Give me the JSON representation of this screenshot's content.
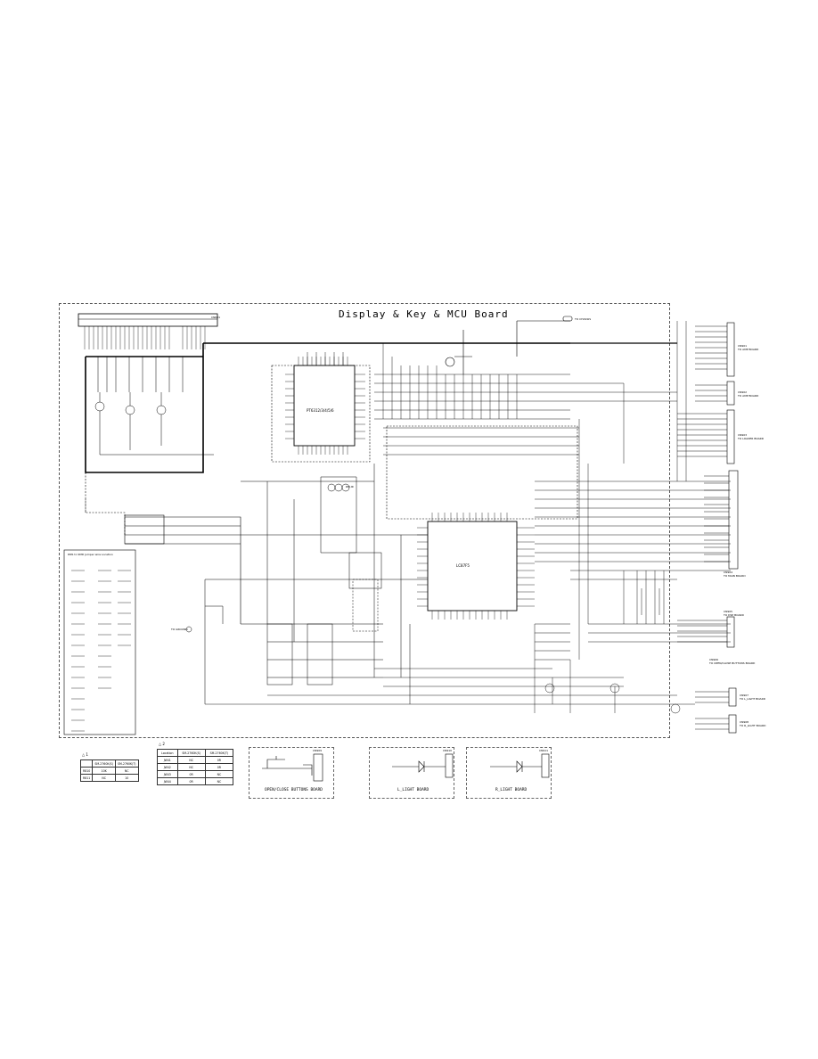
{
  "title": "Display & Key & MCU Board",
  "ic_labels": {
    "vfd_driver": "PT6312/3/4/5/6",
    "mcu": "LC87F5",
    "remote_sensor": "RM-IR",
    "connector_top": "CN601"
  },
  "jumper_panel": {
    "heading": "DNS to SMD Jumper wire Location"
  },
  "off_board_labels": {
    "to_chassis": "TO CHASSIS",
    "to_ground": "TO GROUND"
  },
  "right_connectors": [
    {
      "name": "CN901",
      "caption": "TO AMP BOARD"
    },
    {
      "name": "CN902",
      "caption": "TO AMP BOARD"
    },
    {
      "name": "CN903",
      "caption": "TO LOADER BOARD"
    },
    {
      "name": "CN904",
      "caption": "TO MAIN BOARD"
    },
    {
      "name": "CN905",
      "caption": "TO DSP BOARD"
    },
    {
      "name": "CN906",
      "caption": "TO OPEN/CLOSE BUTTONS BOARD"
    },
    {
      "name": "CN907",
      "caption": "TO L_LIGHT BOARD"
    },
    {
      "name": "CN908",
      "caption": "TO R_LIGHT BOARD"
    }
  ],
  "table1": {
    "caption": "△ 1",
    "headers": [
      "",
      "SM-2760K(S)",
      "SM-2760K(T)"
    ],
    "rows": [
      [
        "R810",
        "10K",
        "NC"
      ],
      [
        "R811",
        "NC",
        "10"
      ]
    ]
  },
  "table2": {
    "caption": "△ 2",
    "headers": [
      "Location",
      "SM-2760K(S)",
      "SM-2760K(T)"
    ],
    "rows": [
      [
        "JW41",
        "NC",
        "0R"
      ],
      [
        "JW42",
        "NC",
        "0R"
      ],
      [
        "JW43",
        "0R",
        "NC"
      ],
      [
        "JW44",
        "0R",
        "NC"
      ]
    ]
  },
  "sub_boards": [
    {
      "label": "OPEN/CLOSE BUTTONS BOARD",
      "connector": "CN909"
    },
    {
      "label": "L_LIGHT BOARD",
      "connector": "CN910"
    },
    {
      "label": "R_LIGHT BOARD",
      "connector": "CN911"
    }
  ]
}
